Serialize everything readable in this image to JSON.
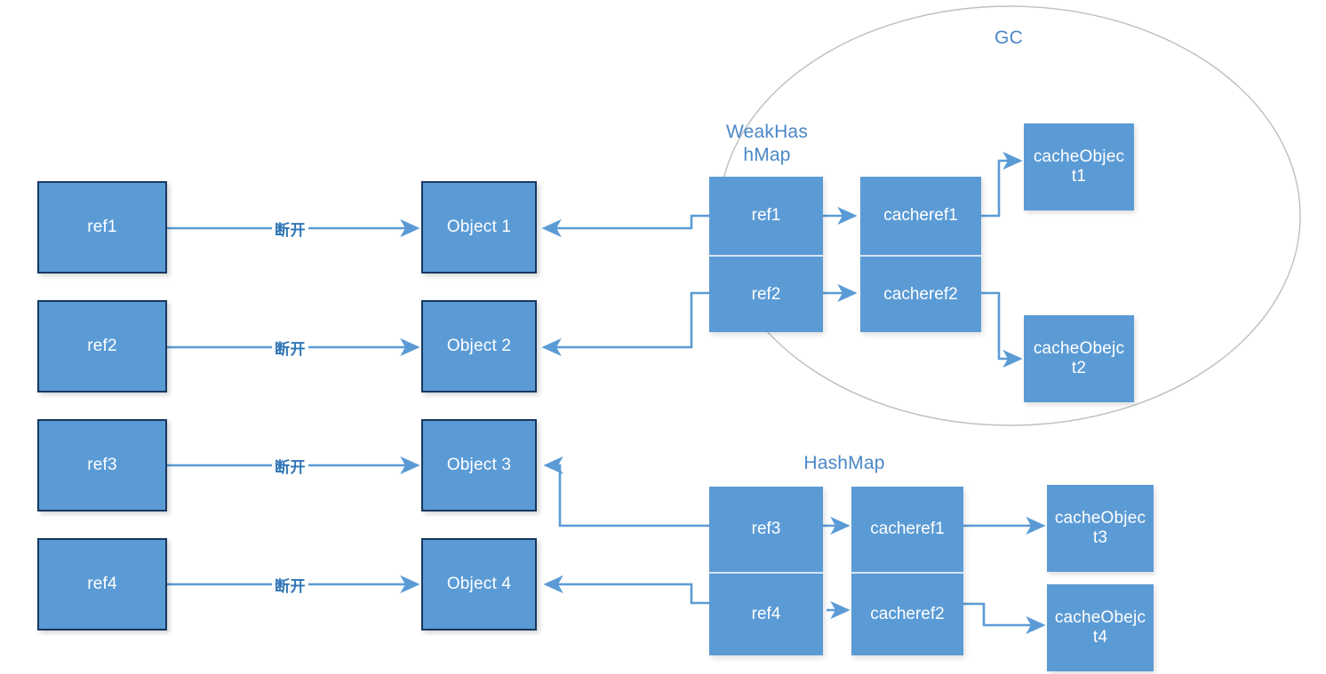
{
  "diagram": {
    "title_gc": "GC",
    "captions": {
      "weakhashmap": "WeakHas\nhMap",
      "weakhashmap_line1": "WeakHas",
      "weakhashmap_line2": "hMap",
      "hashmap": "HashMap"
    },
    "colors": {
      "box_fill": "#5B9BD5",
      "box_border": "#17375E",
      "arrow": "#5B9BD5",
      "caption_text": "#4A87C7",
      "label_text": "#2E75B6",
      "ellipse_stroke": "#BFBFBF",
      "background": "#FFFFFF"
    },
    "left_refs": [
      {
        "label": "ref1"
      },
      {
        "label": "ref2"
      },
      {
        "label": "ref3"
      },
      {
        "label": "ref4"
      }
    ],
    "objects": [
      {
        "label": "Object 1"
      },
      {
        "label": "Object 2"
      },
      {
        "label": "Object 3"
      },
      {
        "label": "Object 4"
      }
    ],
    "break_labels": [
      {
        "label": "断开"
      },
      {
        "label": "断开"
      },
      {
        "label": "断开"
      },
      {
        "label": "断开"
      }
    ],
    "weakhashmap": {
      "keys": [
        {
          "label": "ref1"
        },
        {
          "label": "ref2"
        }
      ],
      "values": [
        {
          "label": "cacheref1"
        },
        {
          "label": "cacheref2"
        }
      ],
      "cache_objects": [
        {
          "line1": "cacheObjec",
          "line2": "t1"
        },
        {
          "line1": "cacheObejc",
          "line2": "t2"
        }
      ]
    },
    "hashmap": {
      "keys": [
        {
          "label": "ref3"
        },
        {
          "label": "ref4"
        }
      ],
      "values": [
        {
          "label": "cacheref1"
        },
        {
          "label": "cacheref2"
        }
      ],
      "cache_objects": [
        {
          "line1": "cacheObjec",
          "line2": "t3"
        },
        {
          "line1": "cacheObejc",
          "line2": "t4"
        }
      ]
    }
  }
}
